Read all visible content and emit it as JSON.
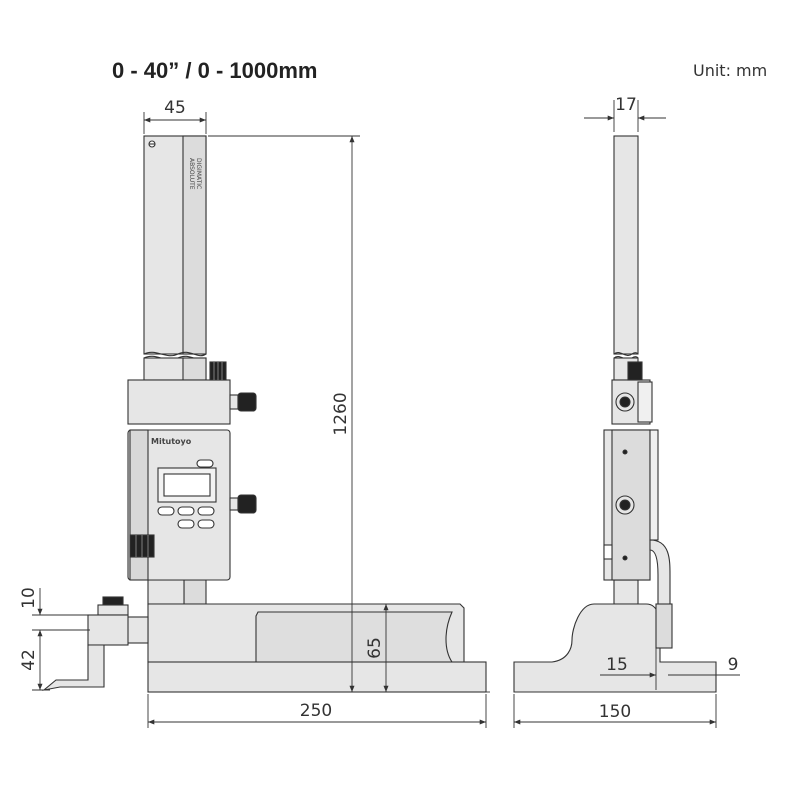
{
  "header": {
    "title": "0 - 40” / 0 - 1000mm",
    "unit": "Unit: mm"
  },
  "front_view": {
    "width_column": "45",
    "total_height": "1260",
    "base_height": "65",
    "base_length": "250",
    "scriber_offset": "10",
    "scriber_height": "42",
    "brand": "Mitutoyo",
    "scale_text_1": "ABSOLUTE",
    "scale_text_2": "DIGIMATIC"
  },
  "side_view": {
    "column_thickness": "17",
    "base_width": "150",
    "foot_offset": "15",
    "scriber_tip": "9"
  },
  "colors": {
    "body": "#e6e6e6",
    "outline": "#333333",
    "dimension": "#333333"
  }
}
